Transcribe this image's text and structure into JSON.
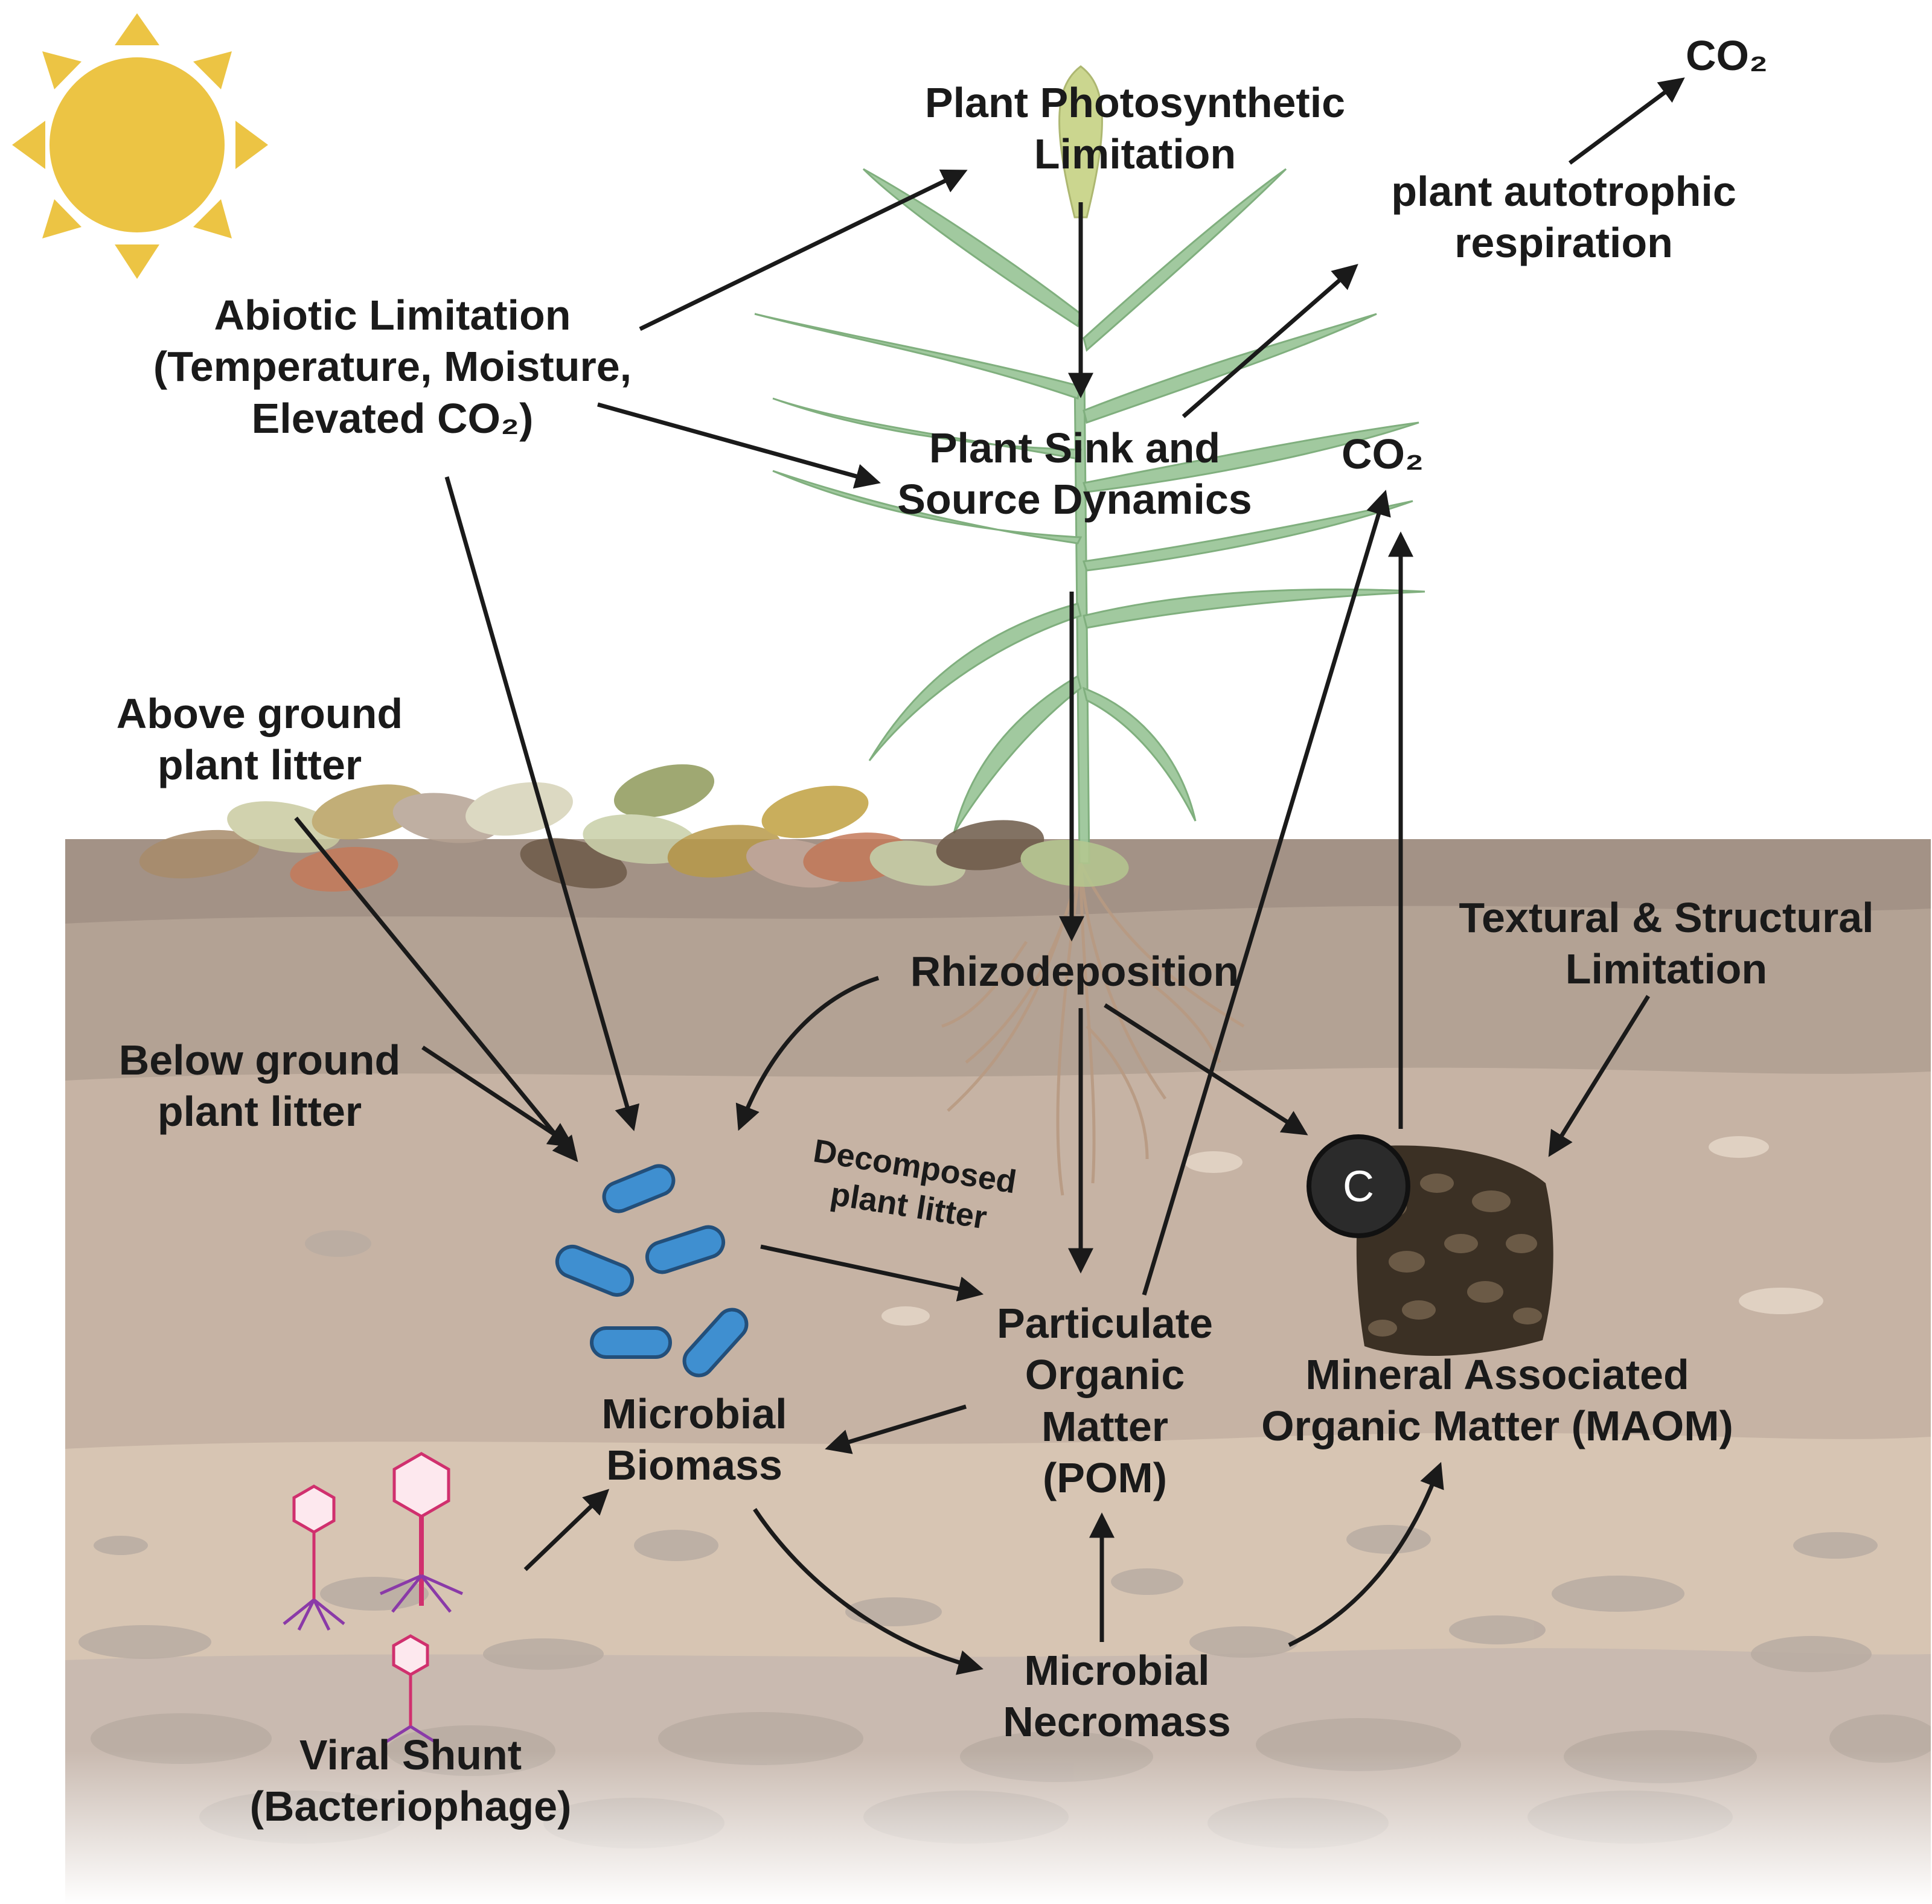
{
  "labels": {
    "plant_photosynthetic_limitation": [
      "Plant Photosynthetic",
      "Limitation"
    ],
    "co2": "CO₂",
    "plant_autotrophic_respiration": [
      "plant autotrophic",
      "respiration"
    ],
    "abiotic_limitation": [
      "Abiotic Limitation",
      "(Temperature, Moisture,",
      "Elevated CO₂)"
    ],
    "plant_sink_source": [
      "Plant Sink and",
      "Source Dynamics"
    ],
    "above_ground_litter": [
      "Above ground",
      "plant litter"
    ],
    "below_ground_litter": [
      "Below ground",
      "plant litter"
    ],
    "rhizodeposition": "Rhizodeposition",
    "textural_structural_limitation": [
      "Textural & Structural",
      "Limitation"
    ],
    "decomposed_plant_litter": [
      "Decomposed",
      "plant litter"
    ],
    "carbon_symbol": "C",
    "pom": [
      "Particulate",
      "Organic",
      "Matter",
      "(POM)"
    ],
    "maom": [
      "Mineral Associated",
      "Organic Matter (MAOM)"
    ],
    "microbial_biomass": [
      "Microbial",
      "Biomass"
    ],
    "microbial_necromass": [
      "Microbial",
      "Necromass"
    ],
    "viral_shunt": [
      "Viral Shunt",
      "(Bacteriophage)"
    ]
  },
  "colors": {
    "sun": "#ecc444",
    "soil_top": "#a39286",
    "soil_mid": "#c6b3a4",
    "soil_low": "#d7c5b3",
    "plant": "#9cc79a",
    "bacteria": "#3f8fd0",
    "phage": "#d0306e",
    "aggregate": "#3b3024",
    "arrow": "#1a1a1a"
  }
}
